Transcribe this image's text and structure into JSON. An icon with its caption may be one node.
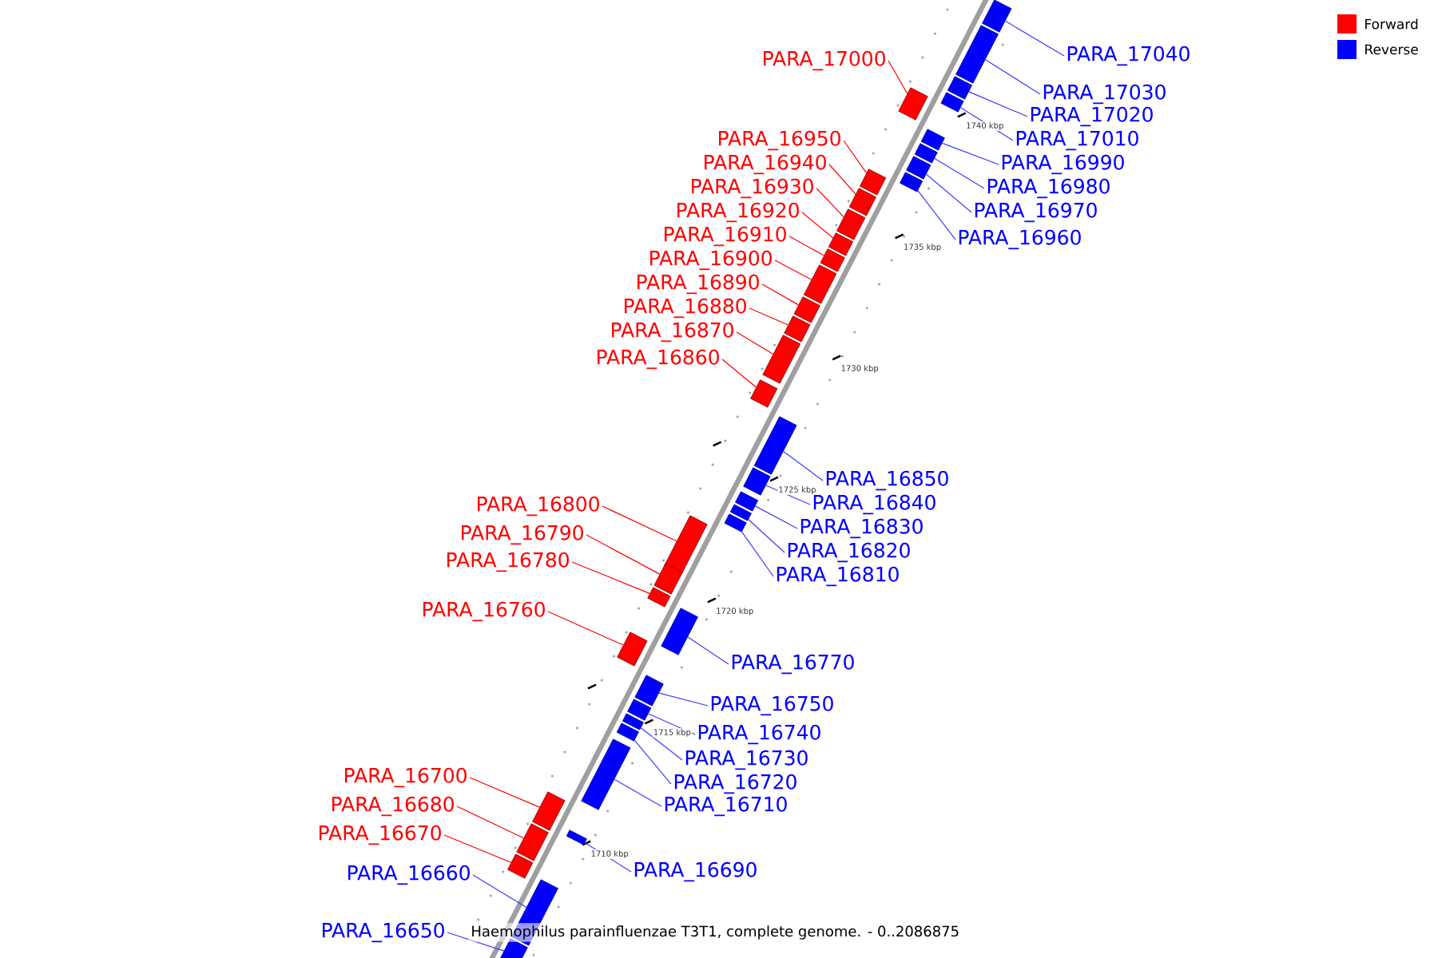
{
  "diagram": {
    "caption": "Haemophilus parainfluenzae T3T1, complete genome. - 0..2086875",
    "nodes": [
      {
        "text": [
          "PARA_17040"
        ]
      },
      {
        "text": [
          "PARA_17000"
        ]
      },
      {
        "text": [
          "PARA_17030"
        ]
      },
      {
        "text": [
          "PARA_17020"
        ]
      },
      {
        "text": [
          "PARA_17010"
        ]
      },
      {
        "text": [
          "PARA_16950"
        ]
      },
      {
        "text": [
          "PARA_16990"
        ]
      },
      {
        "text": [
          "PARA_16940"
        ]
      },
      {
        "text": [
          "PARA_16980"
        ]
      },
      {
        "text": [
          "PARA_16930"
        ]
      },
      {
        "text": [
          "PARA_16970"
        ]
      },
      {
        "text": [
          "PARA_16920"
        ]
      },
      {
        "text": [
          "PARA_16910"
        ]
      },
      {
        "text": [
          "PARA_16960"
        ]
      },
      {
        "text": [
          "PARA_16900"
        ]
      },
      {
        "text": [
          "PARA_16890"
        ]
      },
      {
        "text": [
          "PARA_16880"
        ]
      },
      {
        "text": [
          "PARA_16870"
        ]
      },
      {
        "text": [
          "PARA_16860"
        ]
      },
      {
        "text": [
          "PARA_16850"
        ]
      },
      {
        "text": [
          "PARA_16840"
        ]
      },
      {
        "text": [
          "PARA_16800"
        ]
      },
      {
        "text": [
          "PARA_16830"
        ]
      },
      {
        "text": [
          "PARA_16790"
        ]
      },
      {
        "text": [
          "PARA_16820"
        ]
      },
      {
        "text": [
          "PARA_16780"
        ]
      },
      {
        "text": [
          "PARA_16810"
        ]
      },
      {
        "text": [
          "PARA_16760"
        ]
      },
      {
        "text": [
          "PARA_16770"
        ]
      },
      {
        "text": [
          "PARA_16750"
        ]
      },
      {
        "text": [
          "PARA_16740"
        ]
      },
      {
        "text": [
          "PARA_16730"
        ]
      },
      {
        "text": [
          "PARA_16720"
        ]
      },
      {
        "text": [
          "PARA_16700"
        ]
      },
      {
        "text": [
          "PARA_16710"
        ]
      },
      {
        "text": [
          "PARA_16680"
        ]
      },
      {
        "text": [
          "PARA_16670"
        ]
      },
      {
        "text": [
          "PARA_16690"
        ]
      },
      {
        "text": [
          "PARA_16660"
        ]
      },
      {
        "text": [
          "PARA_16650"
        ]
      },
      {
        "text": [],
        "shape": "bar"
      },
      {
        "text": [],
        "shape": "bar"
      },
      {
        "text": [],
        "shape": "bar"
      },
      {
        "text": [],
        "shape": "bar"
      },
      {
        "text": [],
        "shape": "bar"
      },
      {
        "text": [],
        "shape": "bar"
      },
      {
        "text": [],
        "shape": "bar"
      },
      {
        "text": [],
        "shape": "bar"
      },
      {
        "text": [],
        "shape": "bar"
      },
      {
        "text": [],
        "shape": "bar"
      },
      {
        "text": [],
        "shape": "bar"
      },
      {
        "text": [],
        "shape": "bar"
      },
      {
        "text": [],
        "shape": "bar"
      },
      {
        "text": [],
        "shape": "bar"
      },
      {
        "text": [],
        "shape": "bar"
      },
      {
        "text": [],
        "shape": "bar"
      },
      {
        "text": [],
        "shape": "bar"
      },
      {
        "text": [],
        "shape": "bar"
      },
      {
        "text": [],
        "shape": "bar"
      },
      {
        "text": [],
        "shape": "bar"
      },
      {
        "text": [],
        "shape": "bar"
      },
      {
        "text": [],
        "shape": "bar"
      },
      {
        "text": [],
        "shape": "bar"
      },
      {
        "text": [],
        "shape": "bar"
      },
      {
        "text": [],
        "shape": "bar"
      },
      {
        "text": [],
        "shape": "bar"
      },
      {
        "text": [],
        "shape": "bar"
      },
      {
        "text": [],
        "shape": "bar"
      },
      {
        "text": [],
        "shape": "bar"
      },
      {
        "text": [],
        "shape": "bar"
      },
      {
        "text": [],
        "shape": "bar"
      },
      {
        "text": [],
        "shape": "bar"
      },
      {
        "text": [],
        "shape": "bar"
      },
      {
        "text": [],
        "shape": "bar"
      },
      {
        "text": [],
        "shape": "bar"
      },
      {
        "text": [],
        "shape": "bar"
      },
      {
        "text": [],
        "shape": "bar"
      },
      {
        "text": [],
        "shape": "bar"
      },
      {
        "text": [],
        "shape": "bar"
      },
      {
        "text": [],
        "shape": "bar"
      }
    ],
    "edges": [
      {
        "from": 0,
        "to": 40,
        "arrow": "none"
      },
      {
        "from": 1,
        "to": 44,
        "arrow": "none",
        "color": "#ff0000"
      },
      {
        "from": 2,
        "to": 41,
        "arrow": "none"
      },
      {
        "from": 3,
        "to": 42,
        "arrow": "none"
      },
      {
        "from": 4,
        "to": 43,
        "arrow": "none"
      },
      {
        "from": 5,
        "to": 48,
        "arrow": "none",
        "color": "#ff0000"
      },
      {
        "from": 6,
        "to": 45,
        "arrow": "none"
      },
      {
        "from": 7,
        "to": 50,
        "arrow": "none",
        "color": "#ff0000"
      },
      {
        "from": 8,
        "to": 46,
        "arrow": "none"
      },
      {
        "from": 9,
        "to": 51,
        "arrow": "none",
        "color": "#ff0000"
      },
      {
        "from": 10,
        "to": 47,
        "arrow": "none"
      },
      {
        "from": 11,
        "to": 52,
        "arrow": "none",
        "color": "#ff0000"
      },
      {
        "from": 12,
        "to": 53,
        "arrow": "none",
        "color": "#ff0000"
      },
      {
        "from": 13,
        "to": 49,
        "arrow": "none"
      },
      {
        "from": 14,
        "to": 54,
        "arrow": "none",
        "color": "#ff0000"
      },
      {
        "from": 15,
        "to": 55,
        "arrow": "none",
        "color": "#ff0000"
      },
      {
        "from": 16,
        "to": 56,
        "arrow": "none",
        "color": "#ff0000"
      },
      {
        "from": 17,
        "to": 57,
        "arrow": "none",
        "color": "#ff0000"
      },
      {
        "from": 18,
        "to": 58,
        "arrow": "none",
        "color": "#ff0000"
      },
      {
        "from": 19,
        "to": 59,
        "arrow": "none"
      },
      {
        "from": 20,
        "to": 60,
        "arrow": "none"
      },
      {
        "from": 21,
        "to": 64,
        "arrow": "none",
        "color": "#ff0000"
      },
      {
        "from": 22,
        "to": 61,
        "arrow": "none"
      },
      {
        "from": 23,
        "to": 65,
        "arrow": "none",
        "color": "#ff0000"
      },
      {
        "from": 24,
        "to": 62,
        "arrow": "none"
      },
      {
        "from": 25,
        "to": 66,
        "arrow": "none",
        "color": "#ff0000"
      },
      {
        "from": 26,
        "to": 63,
        "arrow": "none"
      },
      {
        "from": 27,
        "to": 68,
        "arrow": "none",
        "color": "#ff0000"
      },
      {
        "from": 28,
        "to": 67,
        "arrow": "none"
      },
      {
        "from": 29,
        "to": 69,
        "arrow": "none"
      },
      {
        "from": 30,
        "to": 70,
        "arrow": "none"
      },
      {
        "from": 31,
        "to": 71,
        "arrow": "none"
      },
      {
        "from": 32,
        "to": 72,
        "arrow": "none"
      },
      {
        "from": 33,
        "to": 74,
        "arrow": "none",
        "color": "#ff0000"
      },
      {
        "from": 34,
        "to": 73,
        "arrow": "none"
      },
      {
        "from": 35,
        "to": 76,
        "arrow": "none",
        "color": "#ff0000"
      },
      {
        "from": 36,
        "to": 77,
        "arrow": "none",
        "color": "#ff0000"
      },
      {
        "from": 37,
        "to": 75,
        "arrow": "none"
      },
      {
        "from": 38,
        "to": 78,
        "arrow": "none"
      },
      {
        "from": 39,
        "to": 79,
        "arrow": "none"
      }
    ],
    "labels": [
      "1740 kbp",
      "1735 kbp",
      "1730 kbp",
      "1725 kbp",
      "1720 kbp",
      "1715 kbp",
      "1710 kbp"
    ],
    "legend": [
      {
        "text": "Forward",
        "color": "#ff0000"
      },
      {
        "text": "Reverse",
        "color": "#0000ff"
      }
    ]
  }
}
